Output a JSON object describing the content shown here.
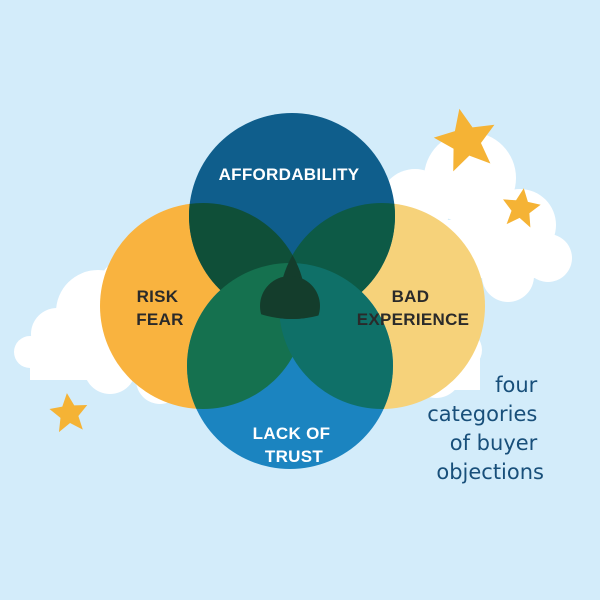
{
  "colors": {
    "background": "#d3ecfa",
    "cloud": "#ffffff",
    "star": "#f5b335",
    "caption_text": "#184f7a"
  },
  "circles": {
    "top": {
      "lines": [
        "AFFORDABILITY"
      ],
      "fill": "#0f5e8c",
      "text_color": "#ffffff"
    },
    "left": {
      "lines": [
        "RISK",
        "FEAR"
      ],
      "fill": "#f9b33f",
      "text_color": "#2a2a2a"
    },
    "right": {
      "lines": [
        "BAD",
        "EXPERIENCE"
      ],
      "fill": "#f6d27a",
      "text_color": "#2a2a2a"
    },
    "bottom": {
      "lines": [
        "LACK OF",
        "TRUST"
      ],
      "fill": "#1b84c0",
      "text_color": "#ffffff"
    }
  },
  "overlap_colors": {
    "top_left": "#0f4f38",
    "top_right": "#0d5a46",
    "bottom_left": "#15714f",
    "bottom_right": "#0f7068",
    "center": "#143d2c"
  },
  "caption": {
    "lines": [
      "four",
      "categories",
      "of buyer",
      "objections"
    ]
  },
  "decor": {
    "clouds": [
      "cloud-icon",
      "cloud-icon",
      "cloud-icon"
    ],
    "stars": [
      "star-icon",
      "star-icon",
      "star-icon"
    ]
  }
}
